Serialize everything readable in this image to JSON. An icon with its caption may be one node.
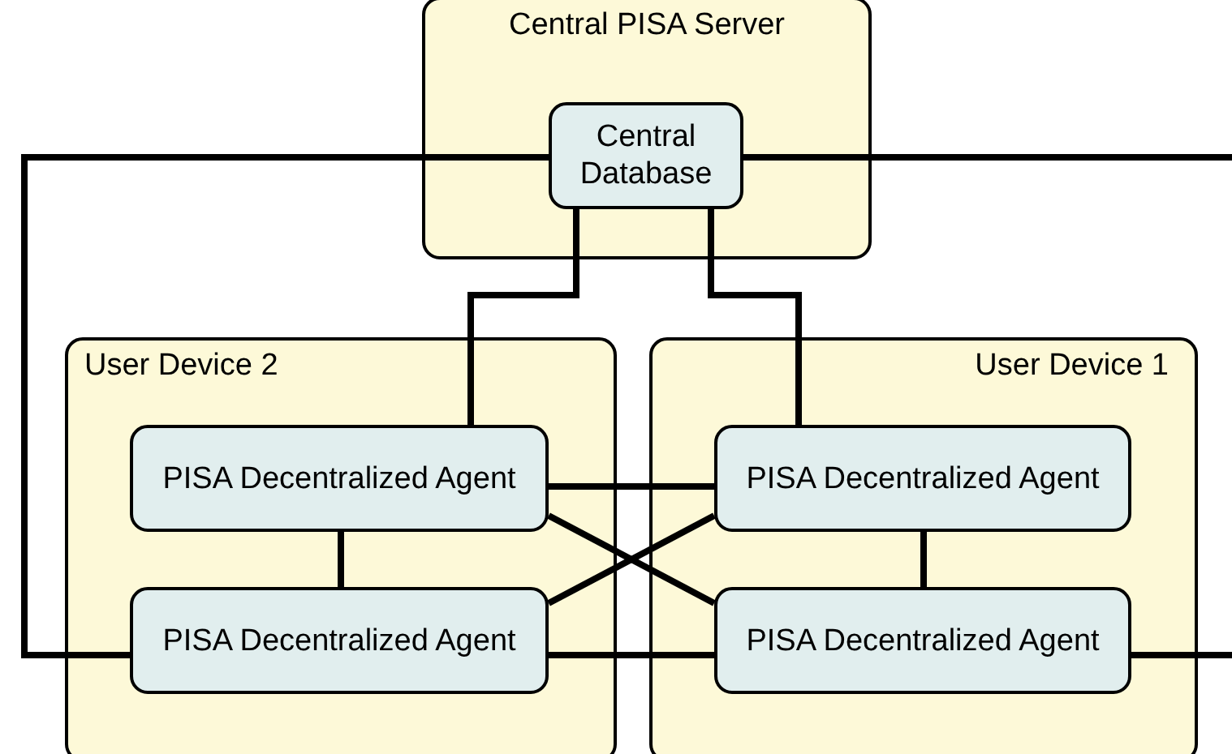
{
  "diagram": {
    "nodes": [
      {
        "text": [
          "Central PISA Server"
        ]
      },
      {
        "text": [
          "Central Database"
        ],
        "in": 0
      },
      {
        "text": [
          "User Device 2"
        ]
      },
      {
        "text": [
          "PISA Decentralized Agent"
        ],
        "in": 2
      },
      {
        "text": [
          "PISA Decentralized Agent"
        ],
        "in": 2
      },
      {
        "text": [
          "User Device 1"
        ]
      },
      {
        "text": [
          "PISA Decentralized Agent"
        ],
        "in": 5
      },
      {
        "text": [
          "PISA Decentralized Agent"
        ],
        "in": 5
      }
    ],
    "edges": [
      {
        "from": 1,
        "to": 3,
        "arrow": "none"
      },
      {
        "from": 1,
        "to": 6,
        "arrow": "none"
      },
      {
        "from": 1,
        "to": 4,
        "arrow": "none"
      },
      {
        "from": 1,
        "to": null,
        "arrow": "none"
      },
      {
        "from": 3,
        "to": 6,
        "arrow": "none"
      },
      {
        "from": 3,
        "to": 4,
        "arrow": "none"
      },
      {
        "from": 6,
        "to": 7,
        "arrow": "none"
      },
      {
        "from": 3,
        "to": 7,
        "arrow": "none"
      },
      {
        "from": 4,
        "to": 6,
        "arrow": "none"
      },
      {
        "from": 4,
        "to": 7,
        "arrow": "none"
      },
      {
        "from": 7,
        "to": null,
        "arrow": "none"
      }
    ]
  }
}
